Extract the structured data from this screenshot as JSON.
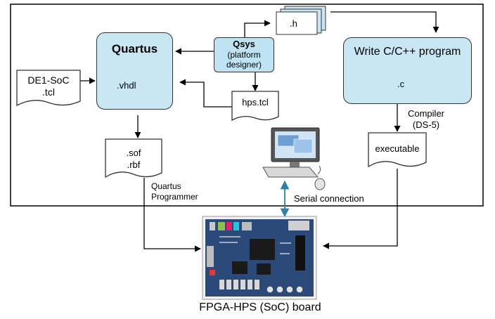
{
  "diagram": {
    "quartus_title": "Quartus",
    "vhdl_label": ".vhdl",
    "qsys_title": "Qsys",
    "qsys_sub1": "(platform",
    "qsys_sub2": "designer)",
    "h_label": ".h",
    "write_program": "Write C/C++ program",
    "c_label": ".c",
    "de1_line1": "DE1-SoC",
    "de1_line2": ".tcl",
    "hps_tcl": "hps.tcl",
    "compiler_line1": "Compiler",
    "compiler_line2": "(DS-5)",
    "executable": "executable",
    "sof_line1": ".sof",
    "sof_line2": ".rbf",
    "programmer_line1": "Quartus",
    "programmer_line2": "Programmer",
    "serial_connection": "Serial connection",
    "board_caption": "FPGA-HPS (SoC) board"
  },
  "colors": {
    "box_fill": "#c8e6f4",
    "serial_arrow": "#2f7fa8",
    "board_pcb": "#2b4a7a"
  }
}
